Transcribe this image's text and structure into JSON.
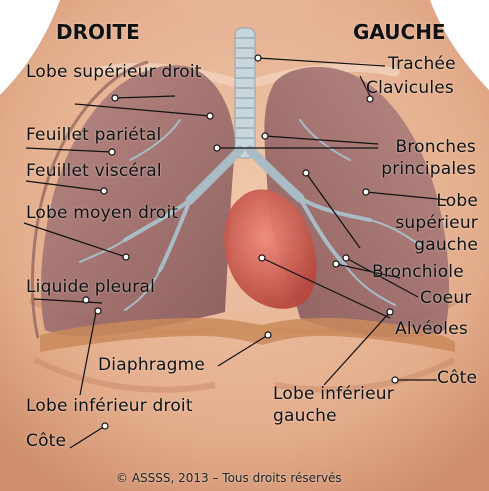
{
  "headers": {
    "right": "DROITE",
    "left": "GAUCHE"
  },
  "labels": {
    "lobe_superieur_droit": "Lobe supérieur droit",
    "feuillet_parietal": "Feuillet pariétal",
    "feuillet_visceral": "Feuillet viscéral",
    "lobe_moyen_droit": "Lobe moyen droit",
    "liquide_pleural": "Liquide pleural",
    "lobe_inferieur_droit": "Lobe inférieur droit",
    "cote_droit": "Côte",
    "diaphragme": "Diaphragme",
    "trachee": "Trachée",
    "clavicules": "Clavicules",
    "bronches_principales": "Bronches principales",
    "lobe_superieur_gauche": "Lobe supérieur gauche",
    "bronchiole": "Bronchiole",
    "coeur": "Coeur",
    "alveoles": "Alvéoles",
    "lobe_inferieur_gauche": "Lobe inférieur gauche",
    "cote_gauche": "Côte"
  },
  "copyright": "© ASSSS, 2013 – Tous droits réservés",
  "colors": {
    "background": "#ffffff",
    "skin": "#e8b89a",
    "lung": "#9e6e6a",
    "heart": "#d86a5e",
    "trachea": "#c9d6dc",
    "diaphragm": "#c98a5a"
  }
}
